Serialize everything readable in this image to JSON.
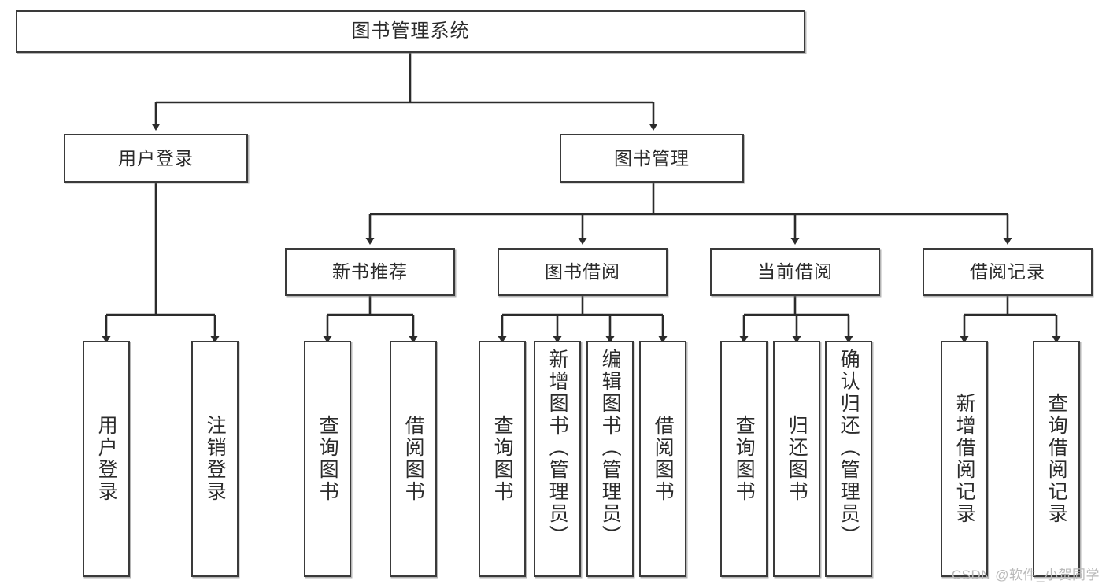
{
  "diagram": {
    "title": "图书管理系统",
    "type": "tree",
    "watermark": "CSDN @软件_小贺同学",
    "colors": {
      "border": "#3a3a3a",
      "background": "#ffffff",
      "text": "#2b2b2b",
      "edge": "#2b2b2b",
      "watermark": "#b9b9b9"
    },
    "nodes": {
      "root": {
        "label": "图书管理系统"
      },
      "level2": [
        {
          "label": "用户登录"
        },
        {
          "label": "图书管理"
        }
      ],
      "level3": [
        {
          "label": "新书推荐"
        },
        {
          "label": "图书借阅"
        },
        {
          "label": "当前借阅"
        },
        {
          "label": "借阅记录"
        }
      ],
      "leaves": {
        "user_login": [
          {
            "label": "用户登录"
          },
          {
            "label": "注销登录"
          }
        ],
        "new_book": [
          {
            "label": "查询图书"
          },
          {
            "label": "借阅图书"
          }
        ],
        "book_borrow": [
          {
            "label": "查询图书"
          },
          {
            "label": "新增图书（管理员）"
          },
          {
            "label": "编辑图书（管理员）"
          },
          {
            "label": "借阅图书"
          }
        ],
        "current_borrow": [
          {
            "label": "查询图书"
          },
          {
            "label": "归还图书"
          },
          {
            "label": "确认归还（管理员）"
          }
        ],
        "borrow_record": [
          {
            "label": "新增借阅记录"
          },
          {
            "label": "查询借阅记录"
          }
        ]
      }
    }
  }
}
